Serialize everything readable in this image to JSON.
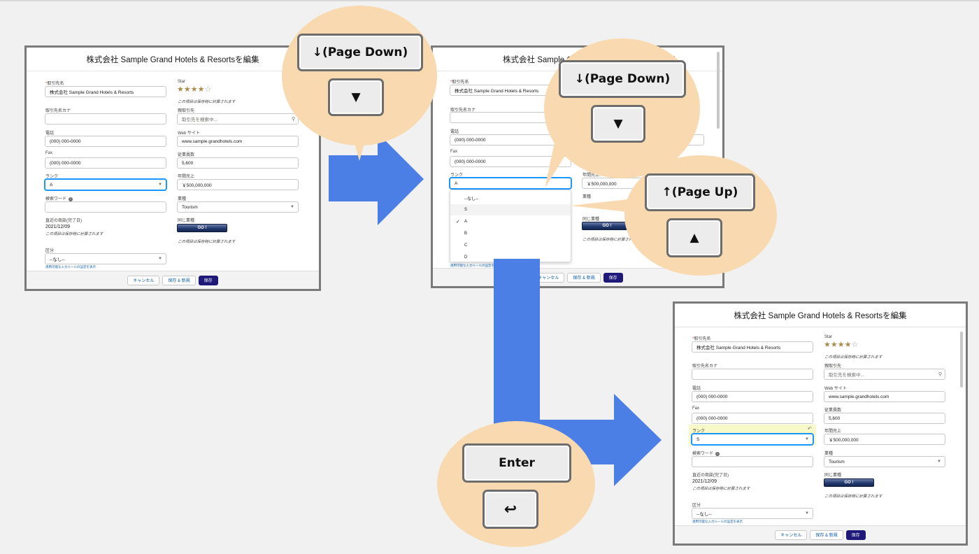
{
  "dialog_title": "株式会社 Sample Grand Hotels & Resortsを編集",
  "labels": {
    "account_name": "取引先名",
    "account_kana": "取引先名カナ",
    "phone": "電話",
    "fax": "Fax",
    "rank": "ランク",
    "search_word": "検索ワード",
    "last_deal": "直近の商談(完了日)",
    "category": "区分",
    "star": "Star",
    "parent_account": "親取引先",
    "website": "Web サイト",
    "employees": "従業員数",
    "revenue": "年間売上",
    "industry": "業種",
    "same_industry": "同じ業種"
  },
  "values": {
    "account_name": "株式会社 Sample Grand Hotels & Resorts",
    "phone": "(000) 000-0000",
    "fax": "(000) 000-0000",
    "rank_initial": "A",
    "rank_final": "S",
    "last_deal_date": "2021/12/09",
    "category": "--なし--",
    "parent_placeholder": "取引先を検索中...",
    "website": "www.sample.grandhotels.com",
    "employees": "5,600",
    "revenue": "￥500,000,000",
    "industry": "Tourism",
    "go_label": "GO !"
  },
  "stars": {
    "value": 4,
    "max": 5
  },
  "notes": {
    "save_calc": "この項目は保存時に計算されます"
  },
  "small_link": "適用可能な入力ルールの設定を表示",
  "footer": {
    "cancel": "キャンセル",
    "save_new": "保存 & 新規",
    "save": "保存"
  },
  "rank_options": [
    "--なし--",
    "S",
    "A",
    "B",
    "C",
    "D"
  ],
  "keys": {
    "page_down": "↓(Page Down)",
    "page_up": "↑(Page Up)",
    "enter": "Enter",
    "down_glyph": "▼",
    "up_glyph": "▲",
    "enter_glyph": "↩"
  },
  "colors": {
    "arrow": "#4c7fe6",
    "bubble": "#f9dab0",
    "save_button": "#1f1a7a",
    "changed_field": "#f7f9c8"
  }
}
